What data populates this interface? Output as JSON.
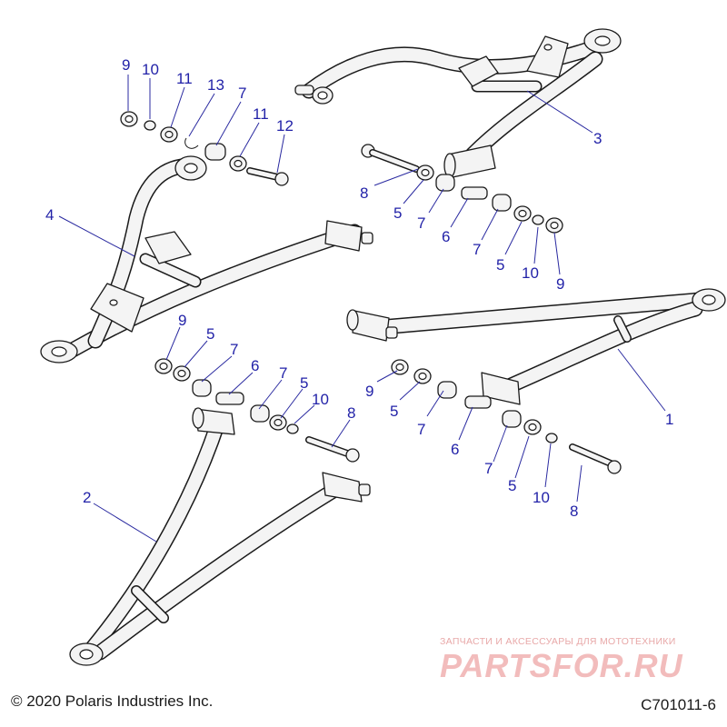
{
  "diagram": {
    "callouts": {
      "c1": "1",
      "c2": "2",
      "c3": "3",
      "c4": "4",
      "c5a": "5",
      "c5b": "5",
      "c5c": "5",
      "c5d": "5",
      "c5e": "5",
      "c5f": "5",
      "c6a": "6",
      "c6b": "6",
      "c6c": "6",
      "c7a": "7",
      "c7b": "7",
      "c7c": "7",
      "c7d": "7",
      "c7e": "7",
      "c7f": "7",
      "c7g": "7",
      "c8a": "8",
      "c8b": "8",
      "c8c": "8",
      "c9a": "9",
      "c9b": "9",
      "c9c": "9",
      "c9d": "9",
      "c10a": "10",
      "c10b": "10",
      "c10c": "10",
      "c10d": "10",
      "c11a": "11",
      "c11b": "11",
      "c12": "12",
      "c13": "13"
    }
  },
  "footer": {
    "copyright": "© 2020 Polaris Industries Inc.",
    "figure_id": "C701011-6"
  },
  "watermark": {
    "tagline": "ЗАПЧАСТИ И АКСЕССУАРЫ ДЛЯ МОТОТЕХНИКИ",
    "brand": "PARTSFOR.RU"
  },
  "colors": {
    "line": "#1a1a1a",
    "callout": "#2222a8",
    "watermark": "#f2bcbc"
  }
}
